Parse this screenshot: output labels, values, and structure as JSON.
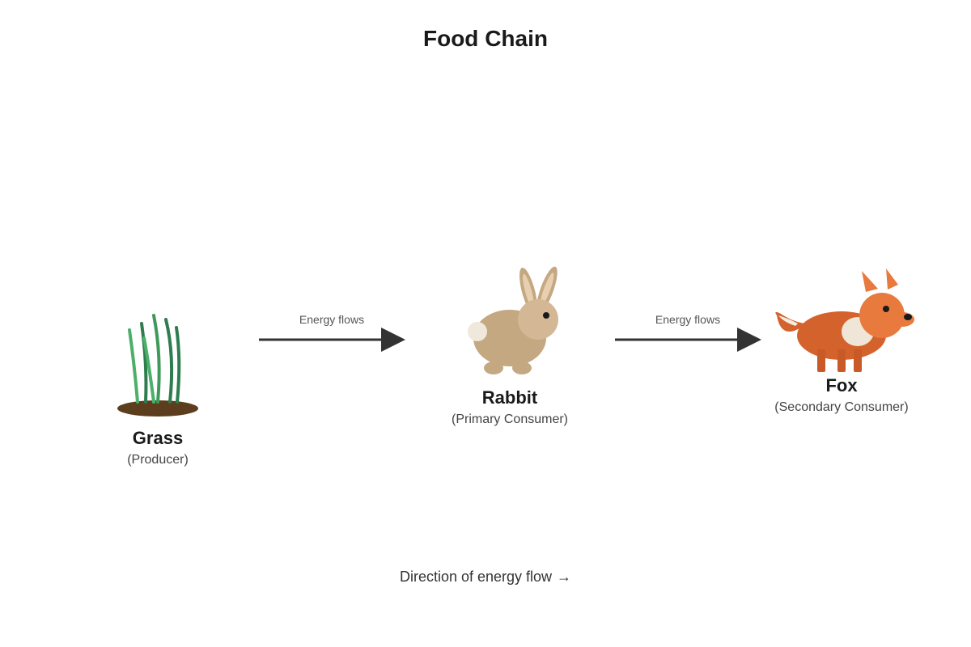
{
  "title": "Food Chain",
  "nodes": [
    {
      "name": "Grass",
      "role": "(Producer)",
      "icon": "grass-icon"
    },
    {
      "name": "Rabbit",
      "role": "(Primary Consumer)",
      "icon": "rabbit-icon"
    },
    {
      "name": "Fox",
      "role": "(Secondary Consumer)",
      "icon": "fox-icon"
    }
  ],
  "edges": [
    {
      "from": "Grass",
      "to": "Rabbit",
      "label": "Energy flows"
    },
    {
      "from": "Rabbit",
      "to": "Fox",
      "label": "Energy flows"
    }
  ],
  "footer": {
    "text": "Direction of energy flow",
    "arrow": "→"
  },
  "colors": {
    "grass_dark": "#2e7d4f",
    "grass_light": "#4caf6a",
    "soil": "#5c3d1e",
    "rabbit_body": "#c4a882",
    "rabbit_head": "#d4b896",
    "rabbit_tail": "#f0e8da",
    "fox_body": "#d4622c",
    "fox_head": "#e87a3e",
    "fox_belly": "#f0e6d8",
    "arrow": "#333333"
  }
}
